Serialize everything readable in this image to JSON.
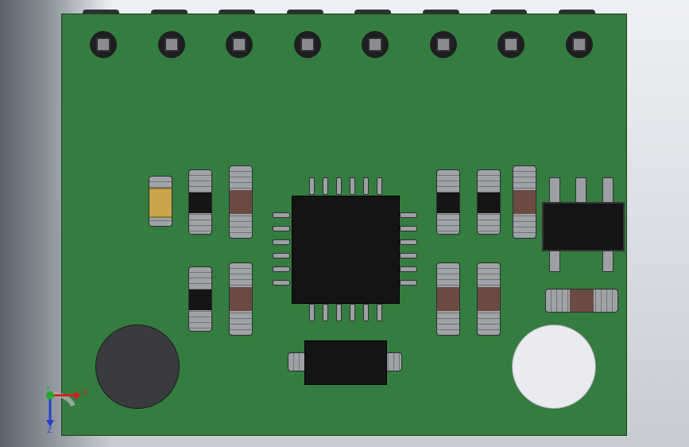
{
  "viewport": {
    "title": ""
  },
  "axes": {
    "x_label": "X",
    "y_label": "Y",
    "z_label": "Z"
  },
  "colors": {
    "board": "#347c3f",
    "chip": "#141414",
    "pad_metal": "#8a8c8f",
    "resistor_band": "#6b4a43",
    "led_body": "#c9a64a",
    "hole_dark": "#3a3b3e",
    "hole_light": "#e9ebef"
  }
}
